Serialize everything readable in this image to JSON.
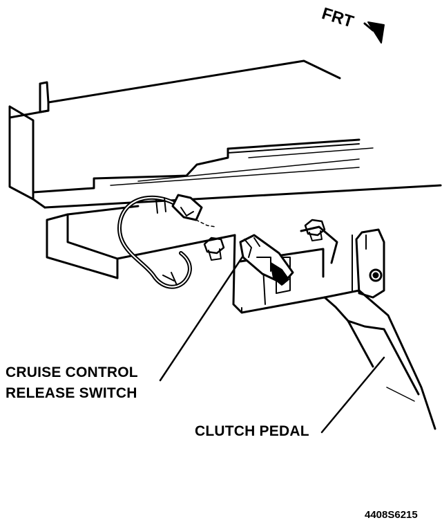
{
  "orientation": {
    "label": "FRT",
    "icon": "arrow-icon"
  },
  "callouts": {
    "cruise_switch": {
      "line1": "CRUISE CONTROL",
      "line2": "RELEASE SWITCH"
    },
    "clutch_pedal": "CLUTCH PEDAL"
  },
  "figure_id": "4408S6215",
  "colors": {
    "ink": "#000000",
    "paper": "#ffffff"
  }
}
